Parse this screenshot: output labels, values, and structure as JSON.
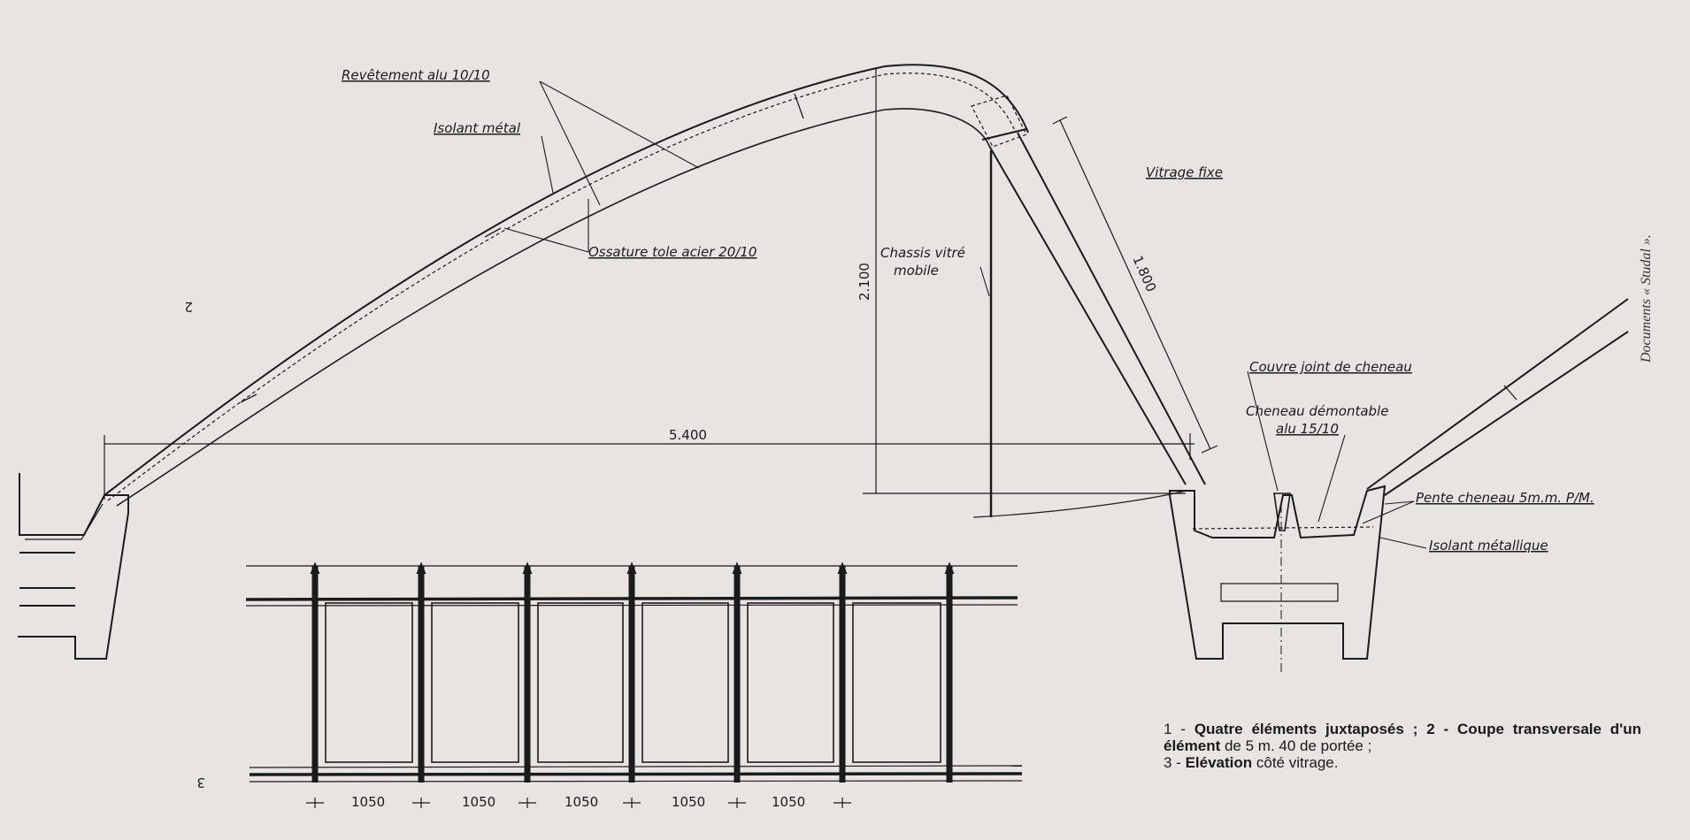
{
  "labels": {
    "revetement": "Revêtement alu 10/10",
    "isolant_metal": "Isolant métal",
    "ossature": "Ossature tole acier 20/10",
    "chassis_line1": "Chassis vitré",
    "chassis_line2": "mobile",
    "vitrage": "Vitrage fixe",
    "couvre_joint": "Couvre joint de cheneau",
    "cheneau_line1": "Cheneau démontable",
    "cheneau_line2": "alu 15/10",
    "pente": "Pente cheneau 5m.m. P/M.",
    "isolant_metallique": "Isolant métallique"
  },
  "dimensions": {
    "span": "5.400",
    "height": "2.100",
    "glazing": "1.800",
    "bay_widths": [
      "1050",
      "1050",
      "1050",
      "1050",
      "1050"
    ]
  },
  "figure_numbers": {
    "fig2": "2",
    "fig3": "3"
  },
  "caption": {
    "p1_num": "1 - ",
    "p1_bold": "Quatre éléments juxtaposés ; 2 - Coupe transversale d'un élément",
    "p1_rest": " de 5 m. 40 de portée ;",
    "p2_num": "3 - ",
    "p2_bold": "Elévation",
    "p2_rest": " côté vitrage."
  },
  "credit": "Documents « Studal »."
}
